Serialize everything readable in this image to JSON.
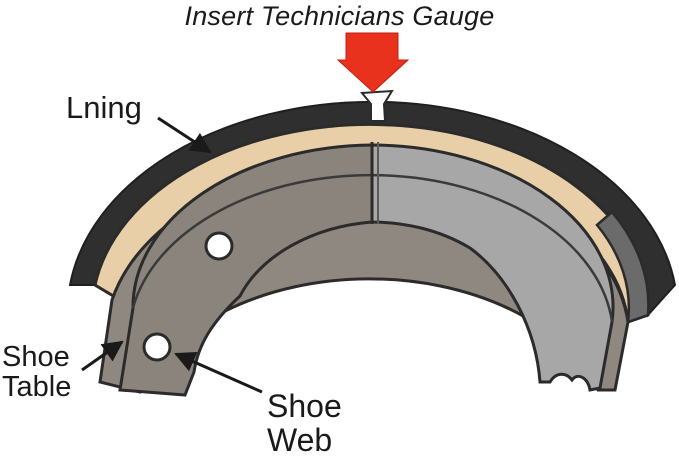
{
  "title": "Insert Technicians Gauge",
  "labels": {
    "lining": "Lning",
    "shoe_table_line1": "Shoe",
    "shoe_table_line2": "Table",
    "shoe_web_line1": "Shoe",
    "shoe_web_line2": "Web"
  },
  "colors": {
    "lining_fill": "#e8cfa8",
    "outer_band": "#2f2f2f",
    "shoe_table": "#8f8880",
    "shoe_web_left": "#8a847c",
    "shoe_web_right": "#a7a7a7",
    "outline": "#2b2b2b",
    "arrow": "#e8321e"
  }
}
